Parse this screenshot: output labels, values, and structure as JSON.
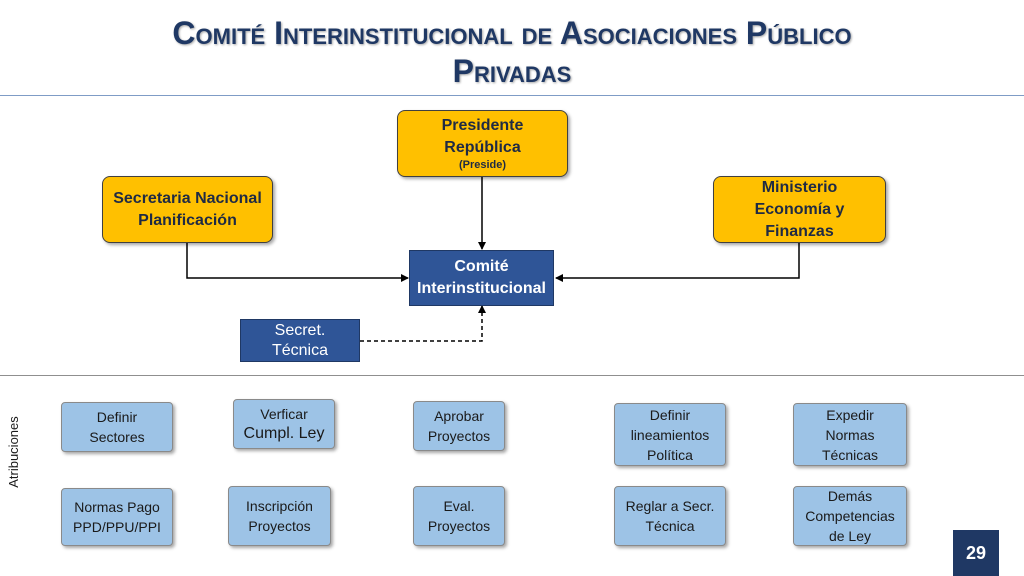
{
  "title": {
    "line1": "Comité Interinstitucional de Asociaciones Público",
    "line2": "Privadas"
  },
  "org": {
    "presidente": {
      "line1": "Presidente",
      "line2": "República",
      "note": "(Preside)"
    },
    "senplades": {
      "line1": "Secretaria Nacional",
      "line2": "Planificación"
    },
    "ministerio": {
      "line1": "Ministerio",
      "line2": "Economía y",
      "line3": "Finanzas"
    },
    "comite": {
      "line1": "Comité",
      "line2": "Interinstitucional"
    },
    "secretaria_tecnica": {
      "line1": "Secret.",
      "line2": "Técnica"
    }
  },
  "atribuciones": {
    "label": "Atribuciones",
    "items": [
      {
        "lines": [
          "Definir",
          "Sectores"
        ]
      },
      {
        "lines": [
          "Verficar",
          "Cumpl. Ley"
        ]
      },
      {
        "lines": [
          "Aprobar",
          "Proyectos"
        ]
      },
      {
        "lines": [
          "Definir",
          "lineamientos",
          "Política"
        ]
      },
      {
        "lines": [
          "Expedir",
          "Normas",
          "Técnicas"
        ]
      },
      {
        "lines": [
          "Normas Pago",
          "PPD/PPU/PPI"
        ]
      },
      {
        "lines": [
          "Inscripción",
          "Proyectos"
        ]
      },
      {
        "lines": [
          "Eval.",
          "Proyectos"
        ]
      },
      {
        "lines": [
          "Reglar a Secr.",
          "Técnica"
        ]
      },
      {
        "lines": [
          "Demás",
          "Competencias",
          "de Ley"
        ]
      }
    ]
  },
  "page_number": "29",
  "colors": {
    "title": "#1f3864",
    "gold_box": "#ffc000",
    "navy_box": "#2f5597",
    "light_box": "#9dc3e6",
    "page_badge": "#1f3864"
  }
}
